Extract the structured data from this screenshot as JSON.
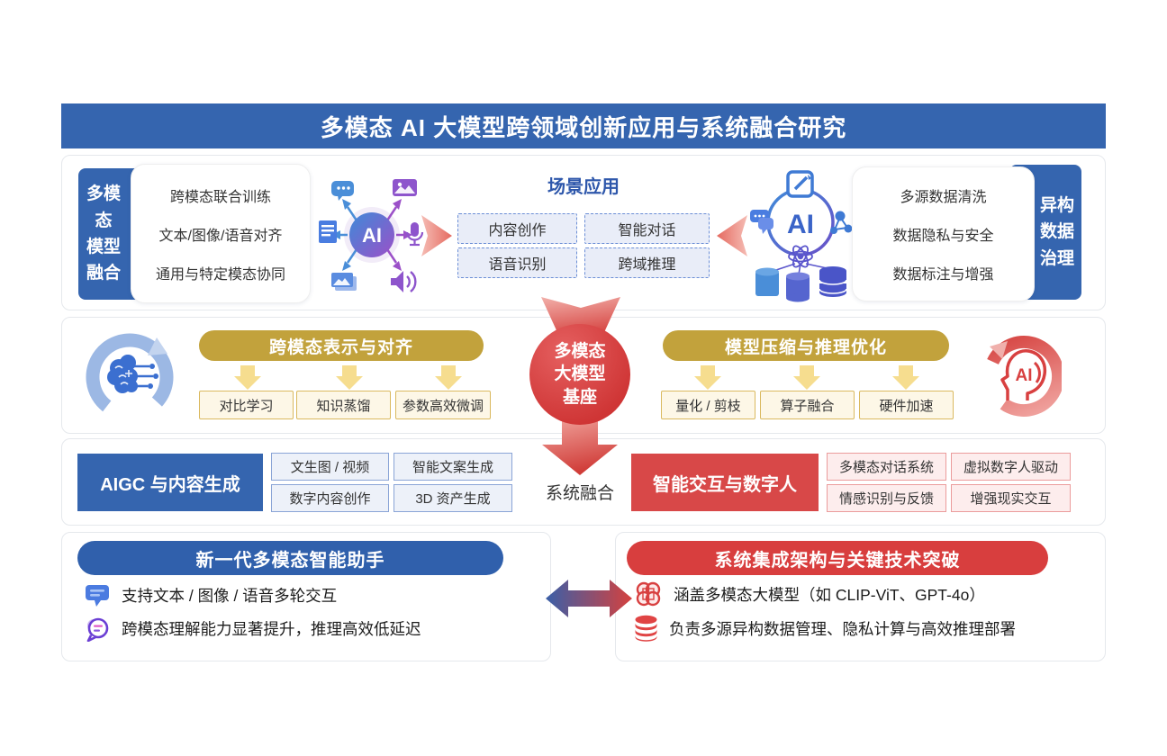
{
  "colors": {
    "primary_blue": "#3565af",
    "gold": "#c2a23c",
    "red": "#d84242",
    "dashed_fill": "#e9edf8",
    "cream_fill": "#fdf7e7",
    "pink_fill": "#fdeded",
    "yellow_arrow": "#f6dd8f"
  },
  "banner": {
    "title": "多模态 AI 大模型跨领域创新应用与系统融合研究"
  },
  "row1": {
    "left_tab_lines": [
      "多模",
      "态",
      "模型",
      "融合"
    ],
    "left_card_lines": [
      "跨模态联合训练",
      "文本/图像/语音对齐",
      "通用与特定模态协同"
    ],
    "ai_hub_label": "AI",
    "scene": {
      "title": "场景应用",
      "items": [
        "内容创作",
        "智能对话",
        "语音识别",
        "跨域推理"
      ]
    },
    "ai_data_label": "AI",
    "right_card_lines": [
      "多源数据清洗",
      "数据隐私与安全",
      "数据标注与增强"
    ],
    "right_tab_lines": [
      "异构",
      "数据",
      "治理"
    ]
  },
  "row2": {
    "left_banner": "跨模态表示与对齐",
    "left_items": [
      "对比学习",
      "知识蒸馏",
      "参数高效微调"
    ],
    "circle_lines": [
      "多模态",
      "大模型",
      "基座"
    ],
    "right_banner": "模型压缩与推理优化",
    "right_items": [
      "量化 / 剪枝",
      "算子融合",
      "硬件加速"
    ],
    "ai_head_label": "AI"
  },
  "row3": {
    "left_header": "AIGC 与内容生成",
    "left_items": [
      "文生图 / 视频",
      "智能文案生成",
      "数字内容创作",
      "3D 资产生成"
    ],
    "fusion_label": "系统融合",
    "right_header": "智能交互与数字人",
    "right_items": [
      "多模态对话系统",
      "虚拟数字人驱动",
      "情感识别与反馈",
      "增强现实交互"
    ]
  },
  "bottom": {
    "left": {
      "title": "新一代多模态智能助手",
      "bullets": [
        "支持文本 / 图像 / 语音多轮交互",
        "跨模态理解能力显著提升，推理高效低延迟"
      ]
    },
    "right": {
      "title": "系统集成架构与关键技术突破",
      "bullets": [
        "涵盖多模态大模型（如 CLIP-ViT、GPT-4o）",
        "负责多源异构数据管理、隐私计算与高效推理部署"
      ]
    }
  },
  "icons": {
    "ai_hub": "ai-network-hub",
    "chat": "chat-bubble",
    "image": "picture",
    "document": "text-document",
    "microphone": "microphone",
    "speaker": "speaker-sound",
    "ai_data": "ai-data-circle",
    "pencil": "edit-pencil-square",
    "molecule": "molecule-nodes",
    "atom": "atom",
    "database": "database-cylinder",
    "brain_circuit": "brain-circuit-loop",
    "ai_head": "ai-head-profile",
    "red_arrow": "red-chevron-arrow",
    "yellow_arrow": "yellow-down-arrow",
    "double_arrow": "blue-red-double-arrow",
    "brain": "brain-outline-red"
  }
}
